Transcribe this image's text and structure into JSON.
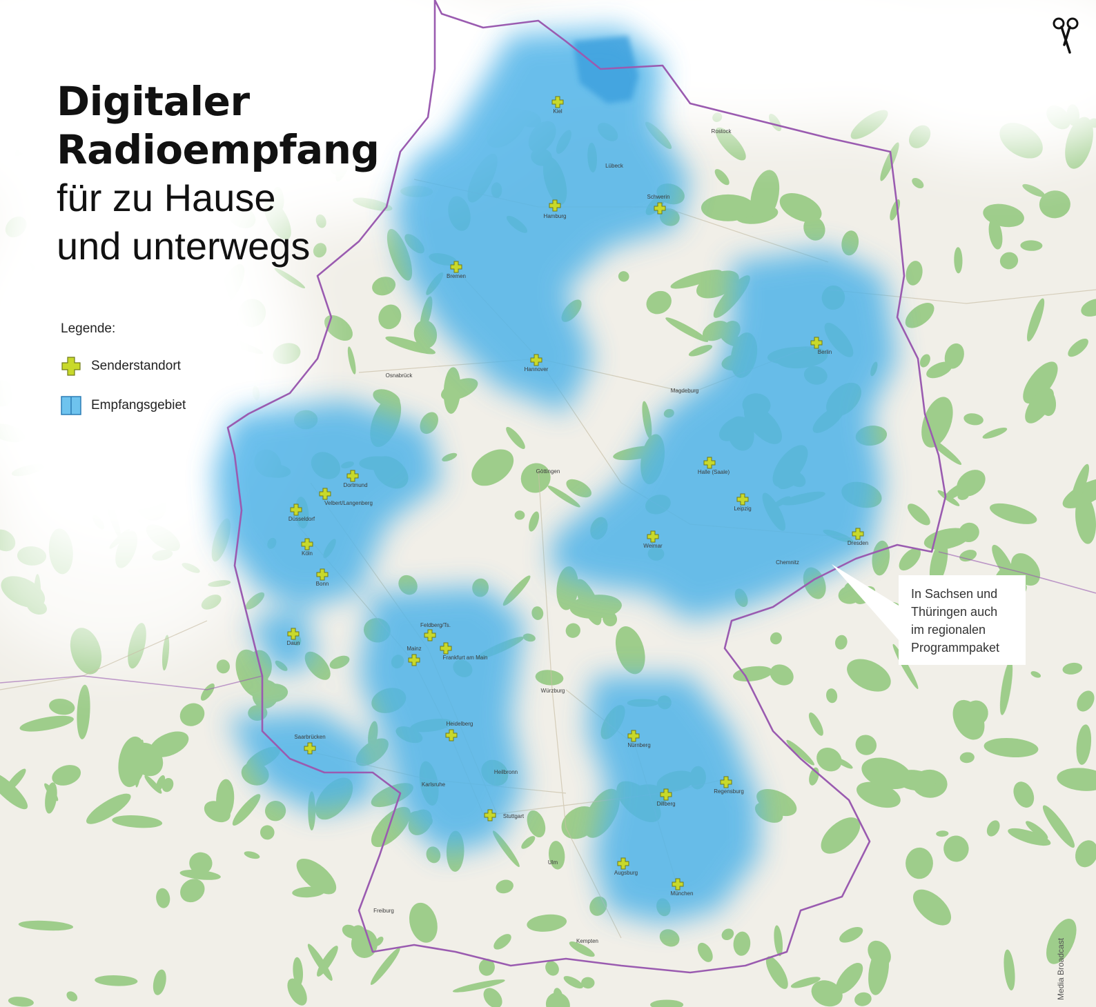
{
  "title": {
    "line1": "Digitaler",
    "line2": "Radioempfang",
    "line3": "für zu Hause",
    "line4": "und unterwegs"
  },
  "legend": {
    "heading": "Legende:",
    "items": [
      {
        "label": "Senderstandort",
        "icon": "green-cross-icon"
      },
      {
        "label": "Empfangsgebiet",
        "icon": "blue-area-swatch"
      }
    ]
  },
  "callout": {
    "line1": "In Sachsen und",
    "line2": "Thüringen auch",
    "line3": "im regionalen",
    "line4": "Programmpaket"
  },
  "credit": "Media Broadcast",
  "colors": {
    "coverage": "#4fb3e8",
    "marker_fill": "#c8d92b",
    "border": "#9a5bb0",
    "forest": "#8fc77a",
    "land": "#f1efe8",
    "sea": "#ffffff"
  },
  "cities": [
    {
      "name": "Kiel",
      "transmitter": true
    },
    {
      "name": "Rostock",
      "transmitter": false
    },
    {
      "name": "Lübeck",
      "transmitter": false
    },
    {
      "name": "Schwerin",
      "transmitter": true
    },
    {
      "name": "Hamburg",
      "transmitter": true
    },
    {
      "name": "Bremen",
      "transmitter": true
    },
    {
      "name": "Berlin",
      "transmitter": true
    },
    {
      "name": "Hannover",
      "transmitter": true
    },
    {
      "name": "Osnabrück",
      "transmitter": false
    },
    {
      "name": "Magdeburg",
      "transmitter": false
    },
    {
      "name": "Göttingen",
      "transmitter": false
    },
    {
      "name": "Halle (Saale)",
      "transmitter": true
    },
    {
      "name": "Dortmund",
      "transmitter": true
    },
    {
      "name": "Velbert/Langenberg",
      "transmitter": true
    },
    {
      "name": "Düsseldorf",
      "transmitter": true
    },
    {
      "name": "Leipzig",
      "transmitter": true
    },
    {
      "name": "Köln",
      "transmitter": true
    },
    {
      "name": "Weimar",
      "transmitter": true
    },
    {
      "name": "Dresden",
      "transmitter": true
    },
    {
      "name": "Chemnitz",
      "transmitter": false
    },
    {
      "name": "Bonn",
      "transmitter": true
    },
    {
      "name": "Daun",
      "transmitter": true
    },
    {
      "name": "Feldberg/Ts.",
      "transmitter": true
    },
    {
      "name": "Mainz",
      "transmitter": true
    },
    {
      "name": "Frankfurt am Main",
      "transmitter": true
    },
    {
      "name": "Würzburg",
      "transmitter": false
    },
    {
      "name": "Heidelberg",
      "transmitter": true
    },
    {
      "name": "Saarbrücken",
      "transmitter": true
    },
    {
      "name": "Nürnberg",
      "transmitter": true
    },
    {
      "name": "Heilbronn",
      "transmitter": false
    },
    {
      "name": "Karlsruhe",
      "transmitter": false
    },
    {
      "name": "Regensburg",
      "transmitter": true
    },
    {
      "name": "Dillberg",
      "transmitter": true
    },
    {
      "name": "Stuttgart",
      "transmitter": true
    },
    {
      "name": "Ulm",
      "transmitter": false
    },
    {
      "name": "Augsburg",
      "transmitter": true
    },
    {
      "name": "München",
      "transmitter": true
    },
    {
      "name": "Freiburg",
      "transmitter": false
    },
    {
      "name": "Kempten",
      "transmitter": false
    }
  ]
}
